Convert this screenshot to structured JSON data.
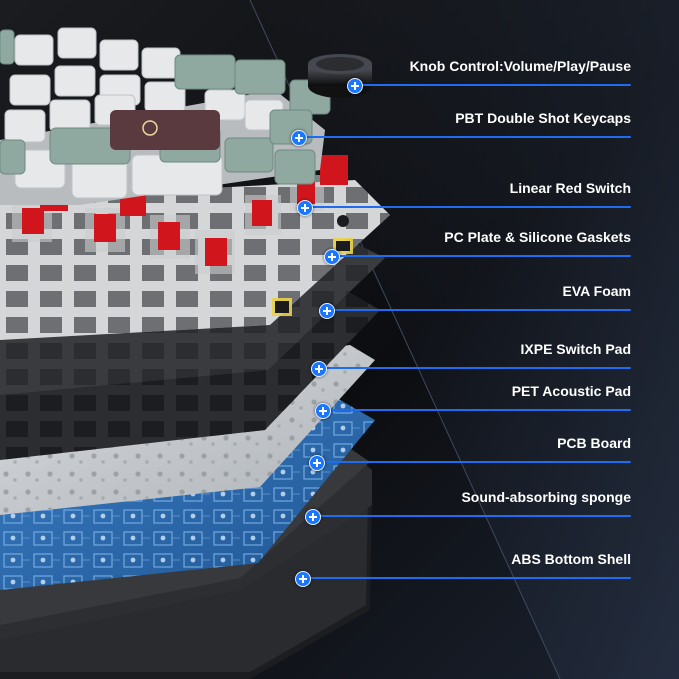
{
  "callouts": [
    {
      "id": "knob",
      "label": "Knob Control:Volume/Play/Pause"
    },
    {
      "id": "keycaps",
      "label": "PBT Double Shot Keycaps"
    },
    {
      "id": "switch",
      "label": "Linear Red Switch"
    },
    {
      "id": "plate",
      "label": "PC Plate & Silicone Gaskets"
    },
    {
      "id": "eva",
      "label": "EVA Foam"
    },
    {
      "id": "ixpe",
      "label": "IXPE Switch Pad"
    },
    {
      "id": "pet",
      "label": "PET Acoustic Pad"
    },
    {
      "id": "pcb",
      "label": "PCB Board"
    },
    {
      "id": "sponge",
      "label": "Sound-absorbing sponge"
    },
    {
      "id": "shell",
      "label": "ABS Bottom Shell"
    }
  ],
  "colors": {
    "background": "#0f1012",
    "accent_line": "#1e6cf0",
    "dot": "#1976ff",
    "keycap_white": "#e6e8ea",
    "keycap_sage": "#8fa9a0",
    "switch_red": "#d0161c",
    "pcb_blue": "#2a66a8"
  }
}
